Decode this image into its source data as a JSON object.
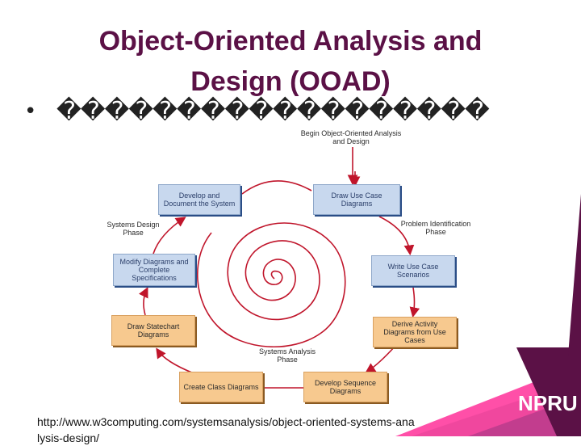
{
  "slide": {
    "title_line1": "Object-Oriented Analysis and",
    "title_line2": "Design (OOAD)",
    "bullet": "•",
    "bullet_text": "������������������",
    "url": "http://www.w3computing.com/systemsanalysis/object-oriented-systems-analysis-design/",
    "logo": "NPRU"
  },
  "diagram": {
    "start_label": "Begin Object-Oriented Analysis and Design",
    "boxes": [
      {
        "label": "Draw Use Case Diagrams",
        "color": "blue"
      },
      {
        "label": "Write Use Case Scenarios",
        "color": "blue"
      },
      {
        "label": "Derive Activity Diagrams from Use Cases",
        "color": "orange"
      },
      {
        "label": "Develop Sequence Diagrams",
        "color": "orange"
      },
      {
        "label": "Create Class Diagrams",
        "color": "orange"
      },
      {
        "label": "Draw Statechart Diagrams",
        "color": "orange"
      },
      {
        "label": "Modify Diagrams and Complete Specifications",
        "color": "blue"
      },
      {
        "label": "Develop and Document the System",
        "color": "blue"
      }
    ],
    "phases": {
      "problem_identification": "Problem Identification Phase",
      "systems_analysis": "Systems Analysis Phase",
      "systems_design": "Systems Design Phase"
    }
  },
  "colors": {
    "title": "#5b1146",
    "blue_box": "#c8d8ee",
    "orange_box": "#f7c98f",
    "spiral": "#c0152b",
    "corner_pink": "#ff4fa8",
    "corner_purple": "#5b1146"
  }
}
